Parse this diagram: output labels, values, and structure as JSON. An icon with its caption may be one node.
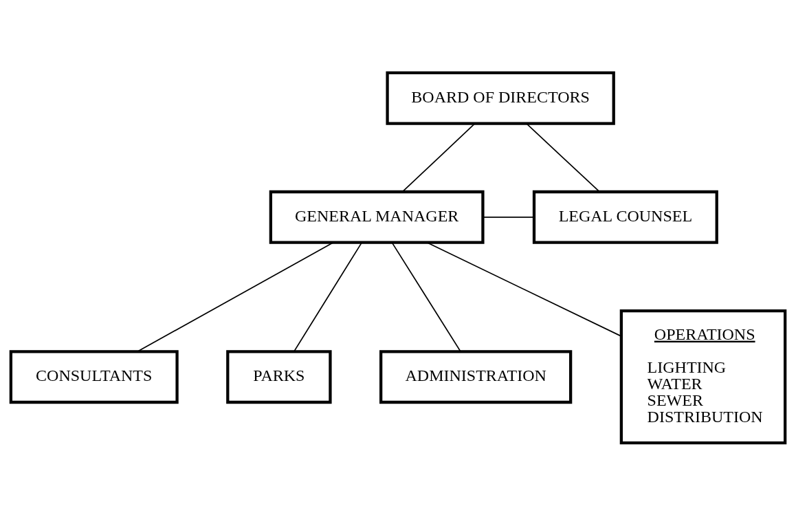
{
  "diagram": {
    "nodes": [
      {
        "text": [
          "BOARD OF DIRECTORS"
        ]
      },
      {
        "text": [
          "GENERAL MANAGER"
        ]
      },
      {
        "text": [
          "LEGAL COUNSEL"
        ]
      },
      {
        "text": [
          "CONSULTANTS"
        ]
      },
      {
        "text": [
          "PARKS"
        ]
      },
      {
        "text": [
          "ADMINISTRATION"
        ]
      },
      {
        "text": [
          "OPERATIONS",
          "LIGHTING",
          "WATER",
          "SEWER",
          "DISTRIBUTION"
        ]
      }
    ],
    "edges": [
      {
        "from": 0,
        "to": 1,
        "arrow": "none"
      },
      {
        "from": 0,
        "to": 2,
        "arrow": "none"
      },
      {
        "from": 1,
        "to": 2,
        "arrow": "none"
      },
      {
        "from": 1,
        "to": 3,
        "arrow": "none"
      },
      {
        "from": 1,
        "to": 4,
        "arrow": "none"
      },
      {
        "from": 1,
        "to": 5,
        "arrow": "none"
      },
      {
        "from": 1,
        "to": 6,
        "arrow": "none"
      }
    ]
  }
}
